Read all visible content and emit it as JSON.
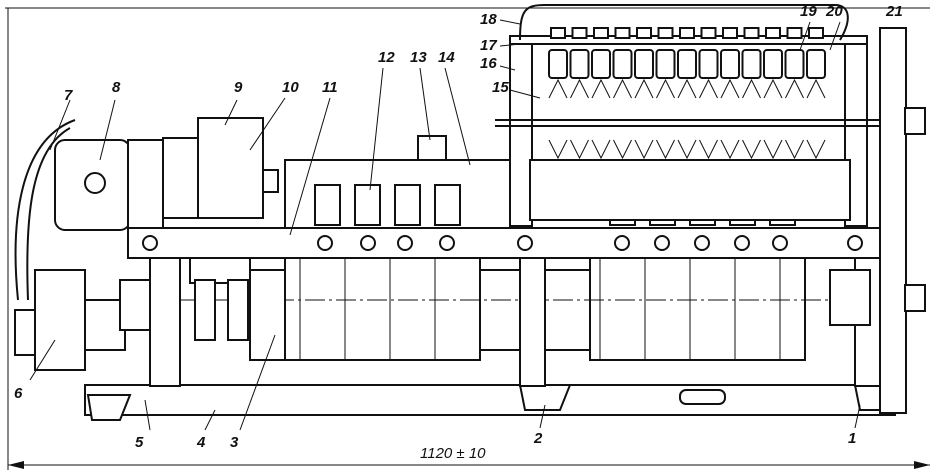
{
  "title": "Contactor assembly drawing",
  "labels": {
    "l1": "1",
    "l2": "2",
    "l3": "3",
    "l4": "4",
    "l5": "5",
    "l6": "6",
    "l7": "7",
    "l8": "8",
    "l9": "9",
    "l10": "10",
    "l11": "11",
    "l12": "12",
    "l13": "13",
    "l14": "14",
    "l15": "15",
    "l16": "16",
    "l17": "17",
    "l18": "18",
    "l19": "19",
    "l20": "20",
    "l21": "21"
  },
  "dimension": "1120 ± 10",
  "contact_finger_count": 13,
  "bolt_count": 12
}
